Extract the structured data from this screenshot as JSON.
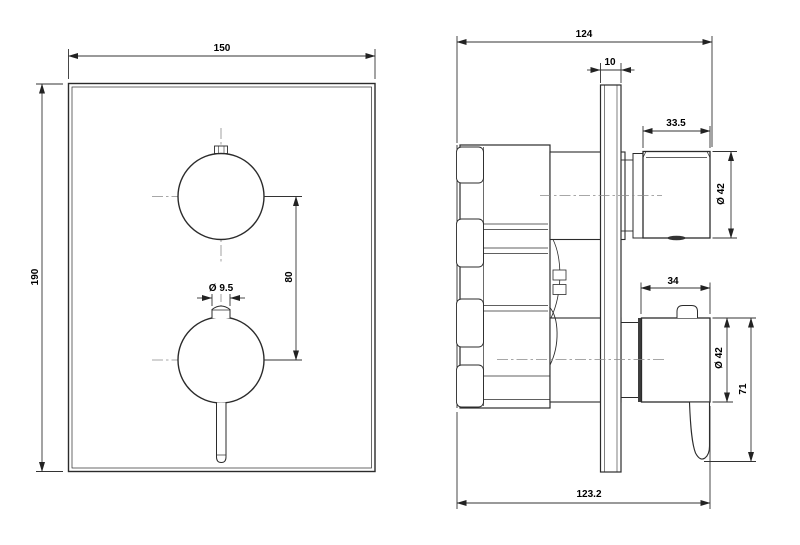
{
  "drawing": {
    "front_view": {
      "plate_width": "150",
      "plate_height": "190",
      "knob_center_distance": "80",
      "stem_diameter": "Ø 9.5"
    },
    "side_view": {
      "overall_depth": "124",
      "plate_thickness": "10",
      "top_knob_projection": "33.5",
      "top_knob_diameter": "Ø 42",
      "bottom_knob_projection": "34",
      "bottom_knob_diameter": "Ø 42",
      "handle_extent": "71",
      "overall_depth_to_handle": "123.2"
    },
    "colors": {
      "background": "#ffffff",
      "line": "#2b2b2b",
      "dimension": "#222222"
    }
  }
}
